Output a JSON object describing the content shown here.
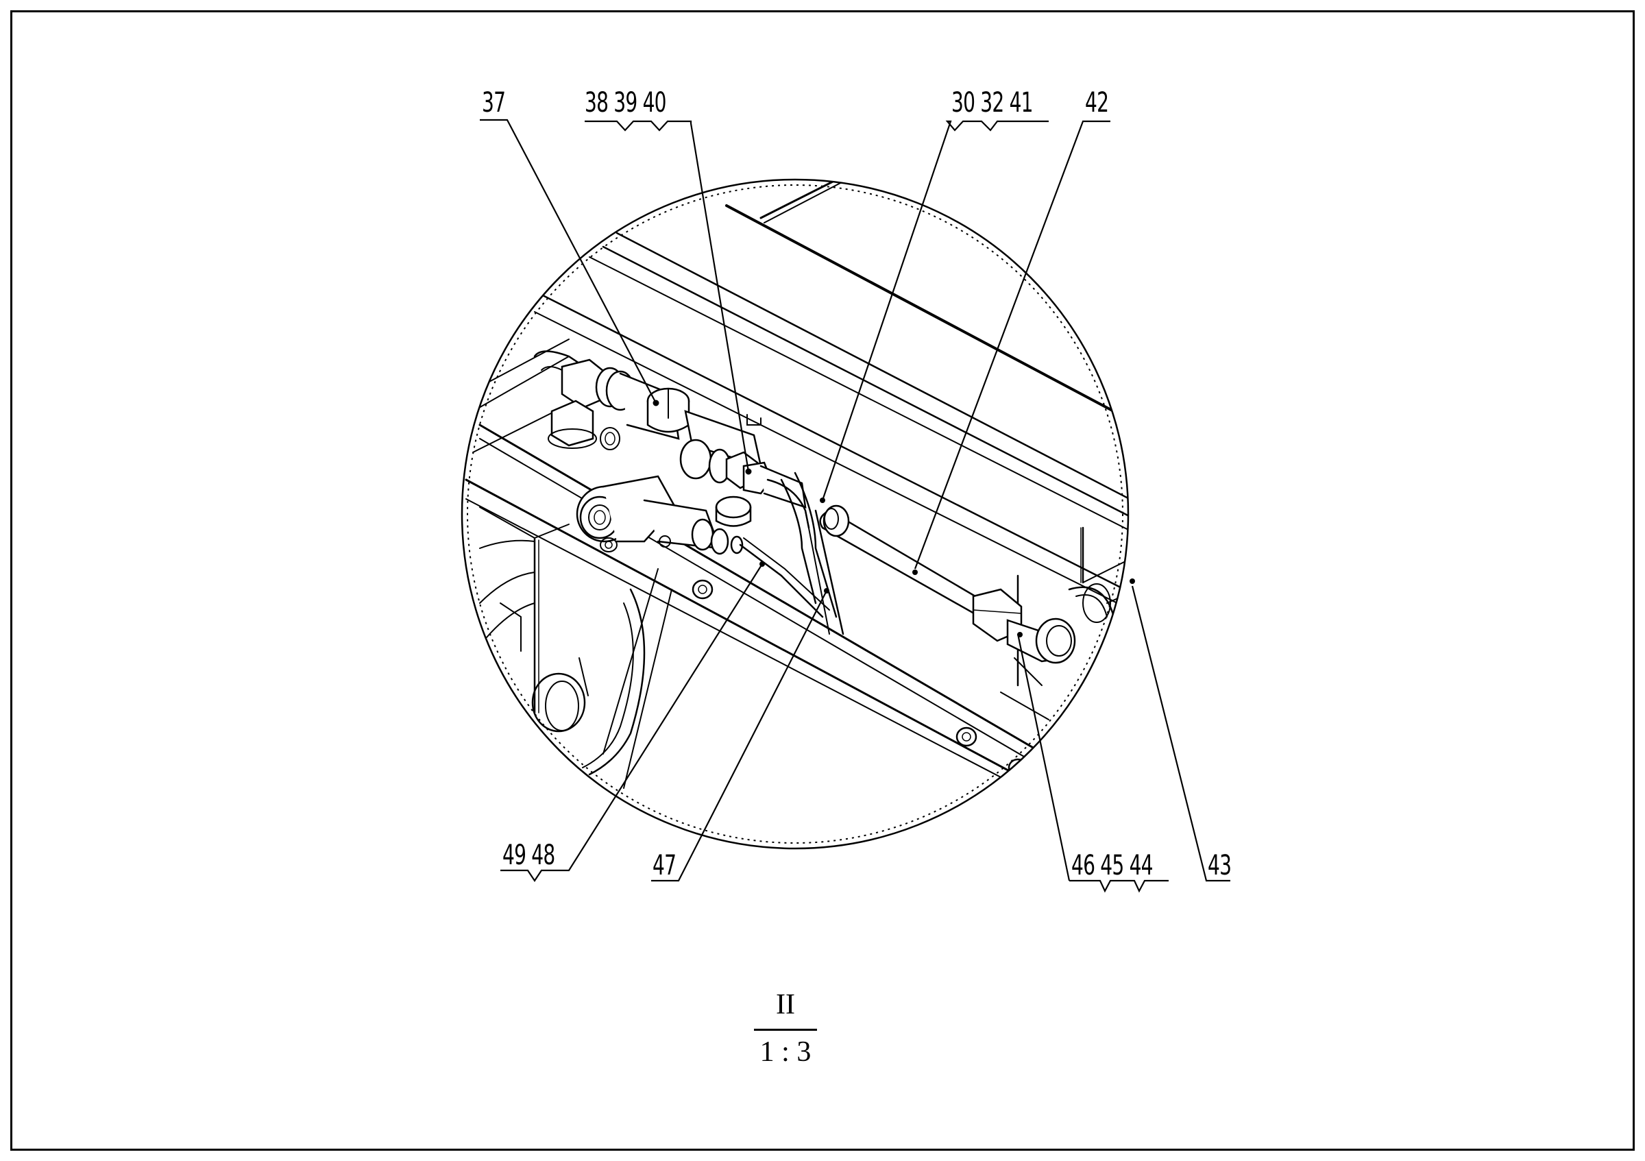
{
  "drawing": {
    "type": "detail-view",
    "view": {
      "label": "II",
      "scale": "1 : 3"
    },
    "callouts_top": [
      {
        "id": "c37",
        "text": "37",
        "numbers": [
          "37"
        ]
      },
      {
        "id": "c38-40",
        "text": "38 39 40",
        "numbers": [
          "38",
          "39",
          "40"
        ]
      },
      {
        "id": "c30-41",
        "text": "30 32 41",
        "numbers": [
          "30",
          "32",
          "41"
        ]
      },
      {
        "id": "c42",
        "text": "42",
        "numbers": [
          "42"
        ]
      }
    ],
    "callouts_bottom": [
      {
        "id": "c49-48",
        "text": "49 48",
        "numbers": [
          "49",
          "48"
        ]
      },
      {
        "id": "c47",
        "text": "47",
        "numbers": [
          "47"
        ]
      },
      {
        "id": "c46-44",
        "text": "46 45 44",
        "numbers": [
          "46",
          "45",
          "44"
        ]
      },
      {
        "id": "c43",
        "text": "43",
        "numbers": [
          "43"
        ]
      }
    ],
    "line_color": "#000000",
    "background": "#ffffff"
  }
}
